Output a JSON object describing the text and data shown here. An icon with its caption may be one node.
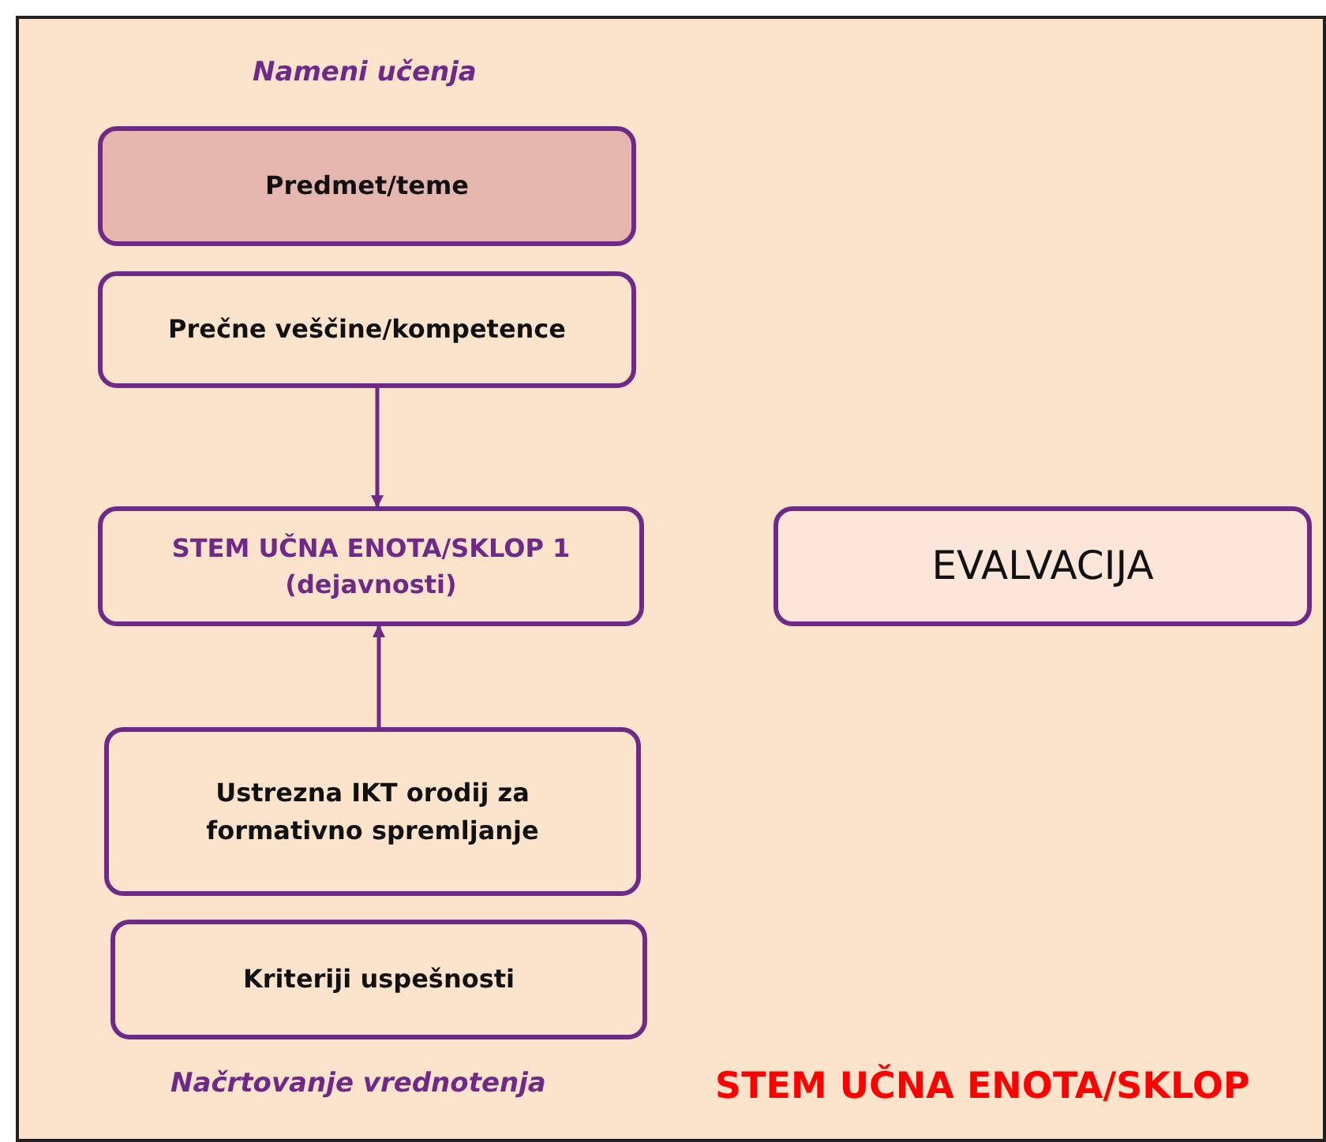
{
  "diagram": {
    "title": "STEM UČNA ENOTA/SKLOP",
    "nodes": [
      {
        "text": [
          "Predmet/teme"
        ]
      },
      {
        "text": [
          "Prečne veščine/kompetence"
        ]
      },
      {
        "text": [
          "STEM UČNA ENOTA/SKLOP 1 (dejavnosti)"
        ]
      },
      {
        "text": [
          "EVALVACIJA"
        ]
      },
      {
        "text": [
          "Ustrezna IKT orodij za formativno spremljanje"
        ]
      },
      {
        "text": [
          "Kriteriji uspešnosti"
        ]
      }
    ],
    "edges": [
      {
        "from": 1,
        "to": 2,
        "arrow": "to"
      },
      {
        "from": 4,
        "to": 2,
        "arrow": "to"
      }
    ],
    "labels": [
      "Nameni učenja",
      "Načrtovanje vrednotenja"
    ]
  }
}
